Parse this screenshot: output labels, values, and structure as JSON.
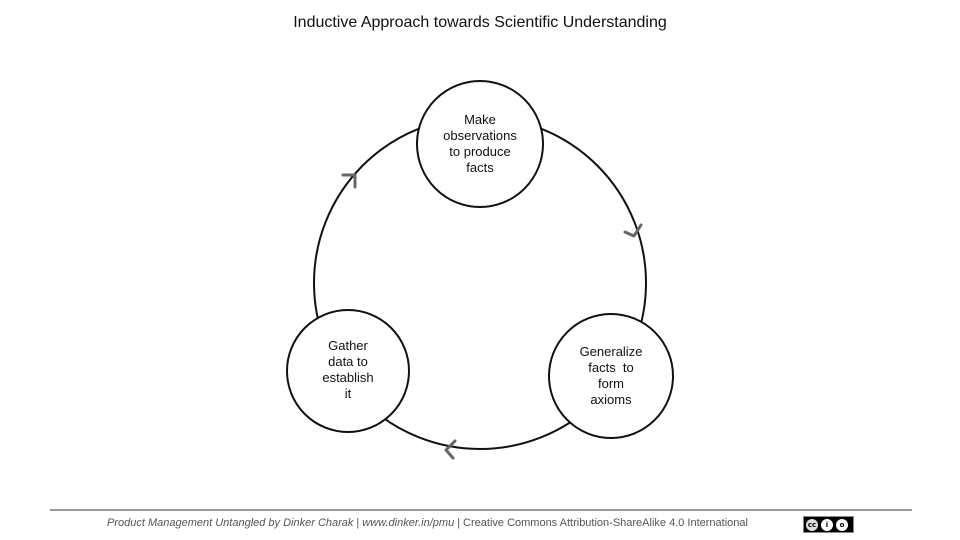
{
  "title": "Inductive Approach towards Scientific Understanding",
  "nodes": [
    {
      "id": "observe",
      "lines": [
        "Make",
        "observations",
        "to produce",
        "facts"
      ]
    },
    {
      "id": "generalize",
      "lines": [
        "Generalize",
        "facts  to",
        "form",
        "axioms"
      ]
    },
    {
      "id": "gather",
      "lines": [
        "Gather",
        "data to",
        "establish",
        "it"
      ]
    }
  ],
  "footer": {
    "book": "Product Management Untangled by Dinker Charak",
    "url": "www.dinker.in/pmu",
    "license": "Creative Commons Attribution-ShareAlike 4.0 International",
    "badge_icons": [
      "cc-icon",
      "by-icon",
      "sa-icon"
    ],
    "badge_text": [
      "cc",
      "i",
      "o"
    ]
  },
  "colors": {
    "stroke": "#111111",
    "arrow": "#666666",
    "rule": "#9a9a9a"
  }
}
